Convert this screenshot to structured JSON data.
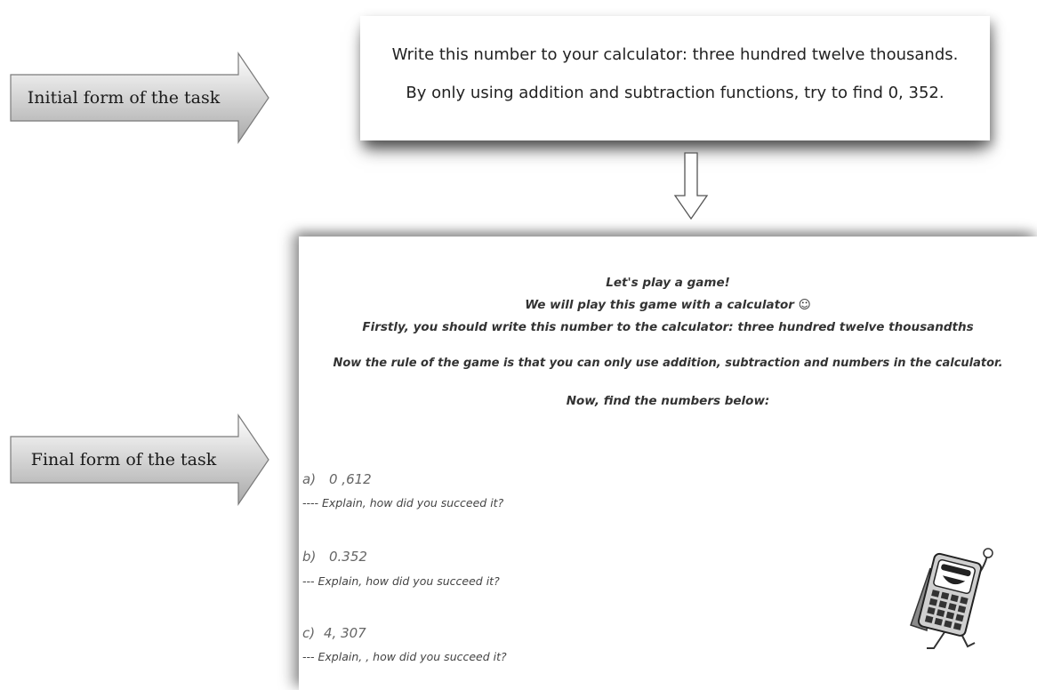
{
  "labels": {
    "initial": "Initial form of the task",
    "final": "Final form of the task"
  },
  "initial_task": {
    "line1": "Write this number to your calculator: three hundred twelve thousands.",
    "line2": "By only using addition and subtraction functions, try to find 0, 352."
  },
  "final_task": {
    "title": "Let's play a game!",
    "intro": "We will play this game with a calculator ☺",
    "firstly": "Firstly, you should write this number to the calculator: three hundred twelve thousandths",
    "rule": "Now the rule of the game is that you can only use addition, subtraction and numbers in the calculator.",
    "prompt": "Now, find the numbers below:",
    "items": [
      {
        "label": "a)",
        "value": "0 ,612",
        "explain": "---- Explain, how did you succeed it?"
      },
      {
        "label": "b)",
        "value": "0.352",
        "explain": "--- Explain, how did you succeed it?"
      },
      {
        "label": "c)",
        "value": "4, 307",
        "explain": "--- Explain, , how did you succeed it?"
      }
    ]
  },
  "colors": {
    "arrow_fill_light": "#ffffff",
    "arrow_fill_dark": "#a9a9a9",
    "arrow_stroke": "#7a7a7a"
  },
  "icons": {
    "mascot": "calculator-superhero-icon",
    "transition": "down-arrow-icon"
  }
}
